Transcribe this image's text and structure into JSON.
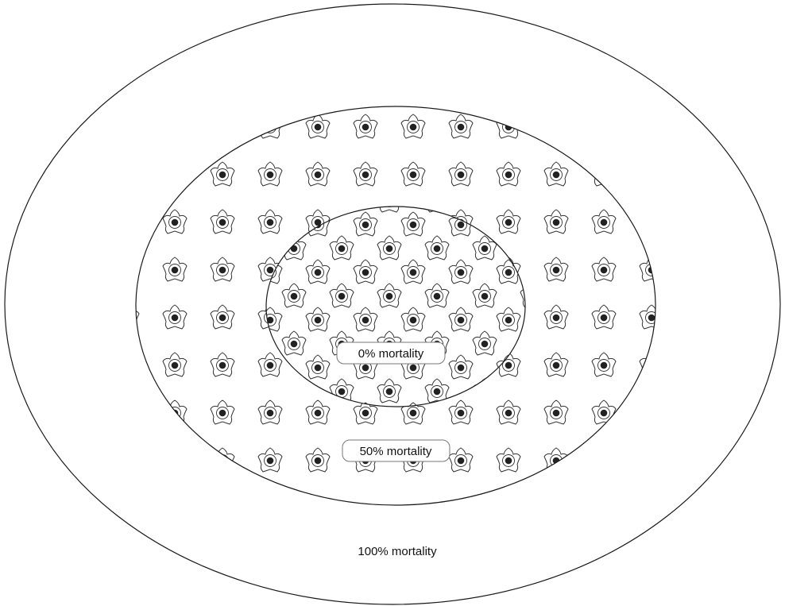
{
  "zones": [
    {
      "id": "outer",
      "label": "100% mortality",
      "boxed": false
    },
    {
      "id": "middle",
      "label": "50% mortality",
      "boxed": true
    },
    {
      "id": "inner",
      "label": "0% mortality",
      "boxed": true
    }
  ],
  "icons": {
    "cell": "flower-cell-icon"
  },
  "colors": {
    "stroke": "#1a1a1a",
    "background": "#ffffff",
    "nucleus": "#222222"
  }
}
